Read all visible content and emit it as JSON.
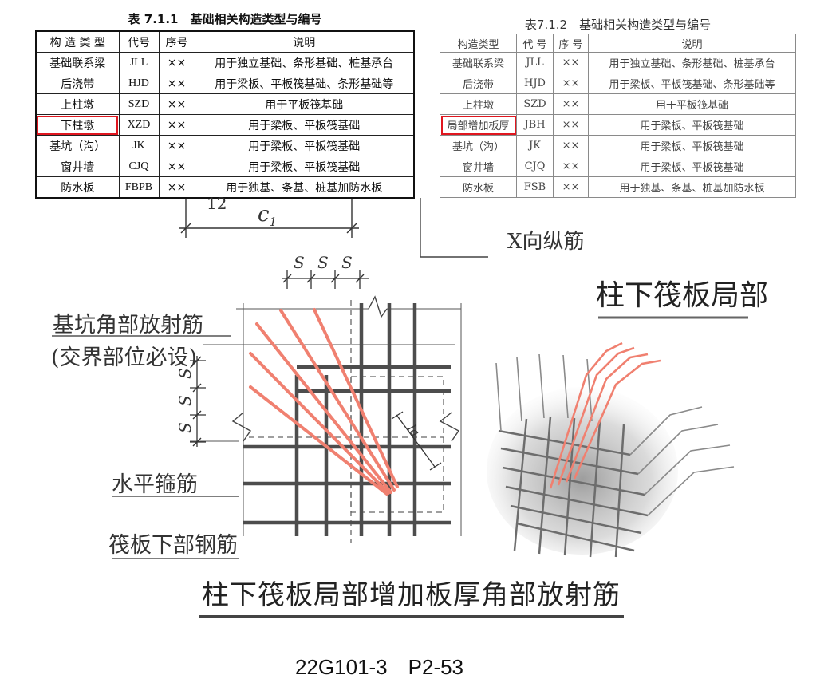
{
  "table1": {
    "title": "表 7.1.1　基础相关构造类型与编号",
    "headers": [
      "构 造 类 型",
      "代号",
      "序号",
      "说明"
    ],
    "rows": [
      [
        "基础联系梁",
        "JLL",
        "××",
        "用于独立基础、条形基础、桩基承台"
      ],
      [
        "后浇带",
        "HJD",
        "××",
        "用于梁板、平板筏基础、条形基础等"
      ],
      [
        "上柱墩",
        "SZD",
        "××",
        "用于平板筏基础"
      ],
      [
        "下柱墩",
        "XZD",
        "××",
        "用于梁板、平板筏基础"
      ],
      [
        "基坑（沟）",
        "JK",
        "××",
        "用于梁板、平板筏基础"
      ],
      [
        "窗井墙",
        "CJQ",
        "××",
        "用于梁板、平板筏基础"
      ],
      [
        "防水板",
        "FBPB",
        "××",
        "用于独基、条基、桩基加防水板"
      ]
    ],
    "highlight_row": 3
  },
  "table2": {
    "title": "表7.1.2　基础相关构造类型与编号",
    "headers": [
      "构造类型",
      "代 号",
      "序 号",
      "说明"
    ],
    "rows": [
      [
        "基础联系梁",
        "JLL",
        "××",
        "用于独立基础、条形基础、桩基承台"
      ],
      [
        "后浇带",
        "HJD",
        "××",
        "用于梁板、平板筏基础、条形基础等"
      ],
      [
        "上柱墩",
        "SZD",
        "××",
        "用于平板筏基础"
      ],
      [
        "局部增加板厚",
        "JBH",
        "××",
        "用于梁板、平板筏基础"
      ],
      [
        "基坑（沟）",
        "JK",
        "××",
        "用于梁板、平板筏基础"
      ],
      [
        "窗井墙",
        "CJQ",
        "××",
        "用于梁板、平板筏基础"
      ],
      [
        "防水板",
        "FSB",
        "××",
        "用于独基、条基、桩基加防水板"
      ]
    ],
    "highlight_row": 3
  },
  "drawing": {
    "label_corner_bars_1": "基坑角部放射筋",
    "label_corner_bars_2": "(交界部位必设)",
    "label_horizontal_stirrup": "水平箍筋",
    "label_bottom_rebar": "筏板下部钢筋",
    "label_x_bars": "X向纵筋",
    "label_c1": "c",
    "label_c1_sub": "1",
    "label_12": "12",
    "label_s": "S",
    "label_la": "la",
    "partial_title": "柱下筏板局部"
  },
  "caption": "柱下筏板局部增加板厚角部放射筋",
  "footer": "22G101-3　P2-53",
  "colors": {
    "highlight": "#e0161f",
    "radial_bar": "#f08070",
    "rebar": "#444444"
  }
}
